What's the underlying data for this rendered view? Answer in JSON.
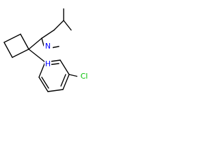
{
  "molecule": {
    "atoms": {
      "n_label": "N",
      "h_label": "H",
      "cl_label": "Cl"
    },
    "colors": {
      "bond": "#000000",
      "nitrogen": "#0000ff",
      "chlorine": "#00c000",
      "background": "#ffffff"
    }
  }
}
